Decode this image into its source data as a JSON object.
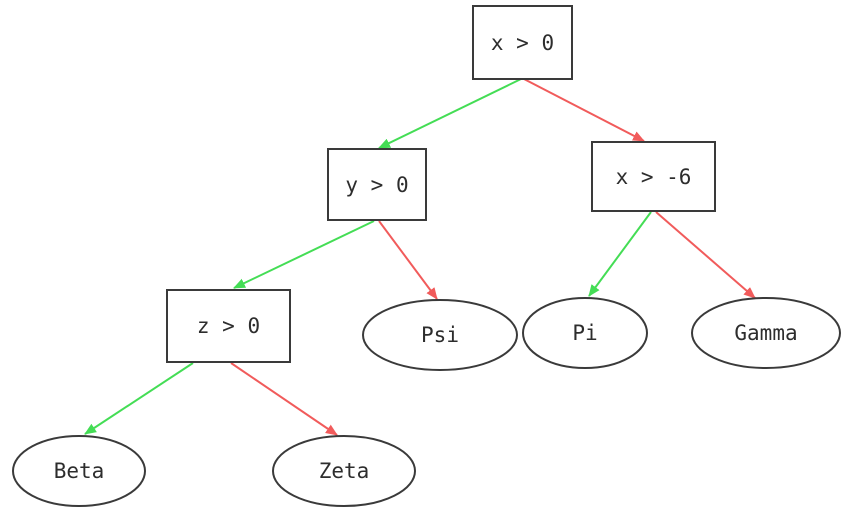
{
  "diagram": {
    "type": "decision-tree",
    "background_color": "#ffffff",
    "node_border_color": "#3a3a3a",
    "node_fill_color": "#ffffff",
    "label_color": "#2d2d2d",
    "edge_colors": {
      "yes": "#44dd55",
      "no": "#f15b5b"
    },
    "nodes": {
      "root": {
        "label": "x > 0",
        "shape": "rectangle",
        "kind": "decision"
      },
      "y_gt_0": {
        "label": "y > 0",
        "shape": "rectangle",
        "kind": "decision"
      },
      "x_gt_neg6": {
        "label": "x > -6",
        "shape": "rectangle",
        "kind": "decision"
      },
      "z_gt_0": {
        "label": "z > 0",
        "shape": "rectangle",
        "kind": "decision"
      },
      "psi": {
        "label": "Psi",
        "shape": "ellipse",
        "kind": "leaf"
      },
      "pi": {
        "label": "Pi",
        "shape": "ellipse",
        "kind": "leaf"
      },
      "gamma": {
        "label": "Gamma",
        "shape": "ellipse",
        "kind": "leaf"
      },
      "beta": {
        "label": "Beta",
        "shape": "ellipse",
        "kind": "leaf"
      },
      "zeta": {
        "label": "Zeta",
        "shape": "ellipse",
        "kind": "leaf"
      }
    },
    "edges": [
      {
        "from": "root",
        "to": "y_gt_0",
        "branch": "yes"
      },
      {
        "from": "root",
        "to": "x_gt_neg6",
        "branch": "no"
      },
      {
        "from": "y_gt_0",
        "to": "z_gt_0",
        "branch": "yes"
      },
      {
        "from": "y_gt_0",
        "to": "psi",
        "branch": "no"
      },
      {
        "from": "x_gt_neg6",
        "to": "pi",
        "branch": "yes"
      },
      {
        "from": "x_gt_neg6",
        "to": "gamma",
        "branch": "no"
      },
      {
        "from": "z_gt_0",
        "to": "beta",
        "branch": "yes"
      },
      {
        "from": "z_gt_0",
        "to": "zeta",
        "branch": "no"
      }
    ]
  }
}
